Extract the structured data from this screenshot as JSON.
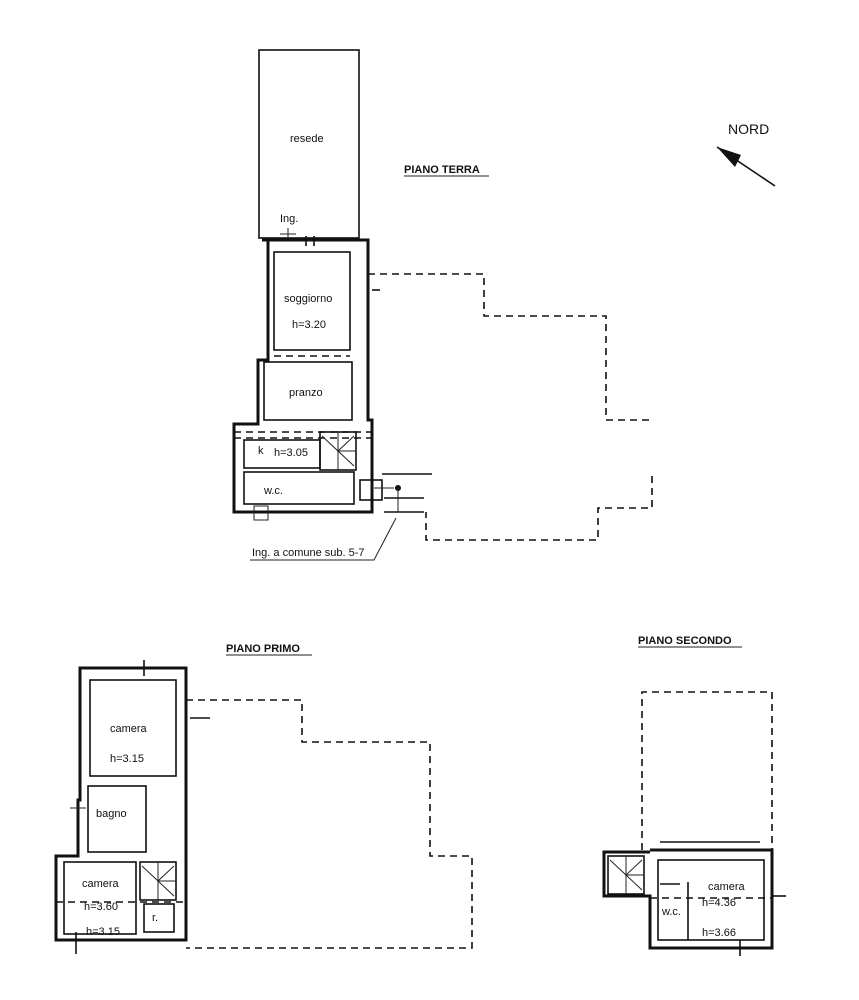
{
  "compass": {
    "label": "NORD"
  },
  "ground_floor": {
    "title": "PIANO TERRA",
    "rooms": {
      "resede": "resede",
      "entrance": "Ing.",
      "soggiorno": "soggiorno",
      "soggiorno_h": "h=3.20",
      "pranzo": "pranzo",
      "kitchen": "k",
      "kitchen_h": "h=3.05",
      "wc": "w.c."
    },
    "common_entrance": "Ing. a comune sub. 5-7"
  },
  "first_floor": {
    "title": "PIANO PRIMO",
    "rooms": {
      "camera1": "camera",
      "camera1_h": "h=3.15",
      "bagno": "bagno",
      "camera2": "camera",
      "camera2_h1": "h=3.60",
      "camera2_h2": "h=3.15",
      "r": "r."
    }
  },
  "second_floor": {
    "title": "PIANO SECONDO",
    "rooms": {
      "camera": "camera",
      "camera_h1": "h=4.36",
      "camera_h2": "h=3.66",
      "wc": "w.c."
    }
  }
}
